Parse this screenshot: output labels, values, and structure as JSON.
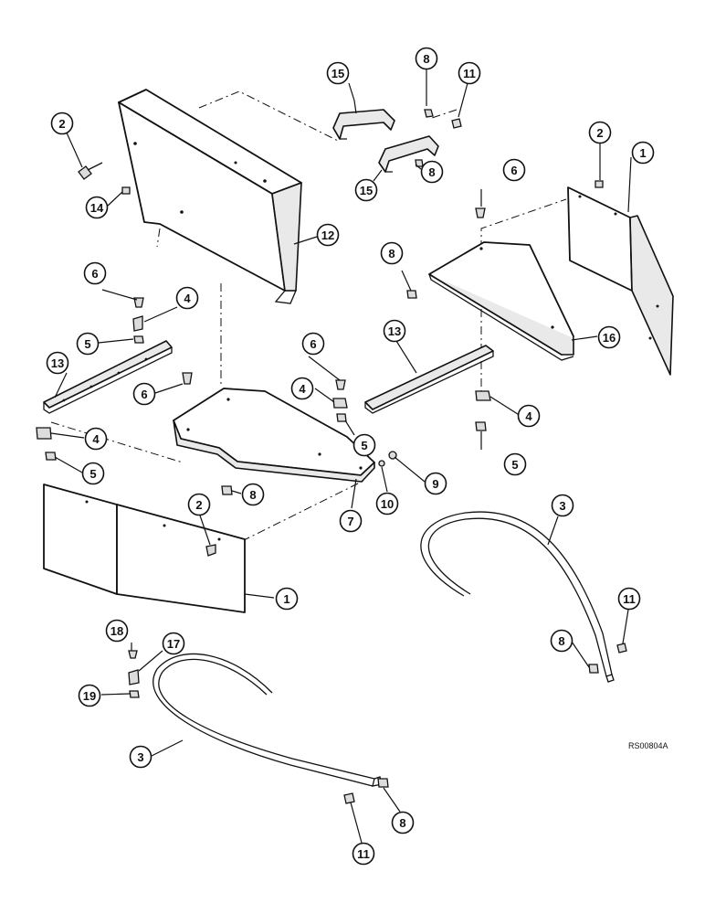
{
  "diagram": {
    "drawing_code": "RS00804A",
    "callouts": [
      {
        "id": "c2a",
        "label": "2"
      },
      {
        "id": "c14",
        "label": "14"
      },
      {
        "id": "c15a",
        "label": "15"
      },
      {
        "id": "c8a",
        "label": "8"
      },
      {
        "id": "c11a",
        "label": "11"
      },
      {
        "id": "c8b",
        "label": "8"
      },
      {
        "id": "c15b",
        "label": "15"
      },
      {
        "id": "c12",
        "label": "12"
      },
      {
        "id": "c2b",
        "label": "2"
      },
      {
        "id": "c1a",
        "label": "1"
      },
      {
        "id": "c6a",
        "label": "6"
      },
      {
        "id": "c8c",
        "label": "8"
      },
      {
        "id": "c16",
        "label": "16"
      },
      {
        "id": "c13a",
        "label": "13"
      },
      {
        "id": "c4a",
        "label": "4"
      },
      {
        "id": "c5a",
        "label": "5"
      },
      {
        "id": "c6b",
        "label": "6"
      },
      {
        "id": "c4b",
        "label": "4"
      },
      {
        "id": "c5b",
        "label": "5"
      },
      {
        "id": "c13b",
        "label": "13"
      },
      {
        "id": "c6c",
        "label": "6"
      },
      {
        "id": "c4c",
        "label": "4"
      },
      {
        "id": "c5c",
        "label": "5"
      },
      {
        "id": "c6d",
        "label": "6"
      },
      {
        "id": "c4d",
        "label": "4"
      },
      {
        "id": "c5d",
        "label": "5"
      },
      {
        "id": "c9",
        "label": "9"
      },
      {
        "id": "c10",
        "label": "10"
      },
      {
        "id": "c7",
        "label": "7"
      },
      {
        "id": "c8d",
        "label": "8"
      },
      {
        "id": "c2c",
        "label": "2"
      },
      {
        "id": "c1b",
        "label": "1"
      },
      {
        "id": "c3a",
        "label": "3"
      },
      {
        "id": "c11b",
        "label": "11"
      },
      {
        "id": "c8e",
        "label": "8"
      },
      {
        "id": "c18",
        "label": "18"
      },
      {
        "id": "c17",
        "label": "17"
      },
      {
        "id": "c19",
        "label": "19"
      },
      {
        "id": "c3b",
        "label": "3"
      },
      {
        "id": "c8f",
        "label": "8"
      },
      {
        "id": "c11c",
        "label": "11"
      }
    ]
  }
}
